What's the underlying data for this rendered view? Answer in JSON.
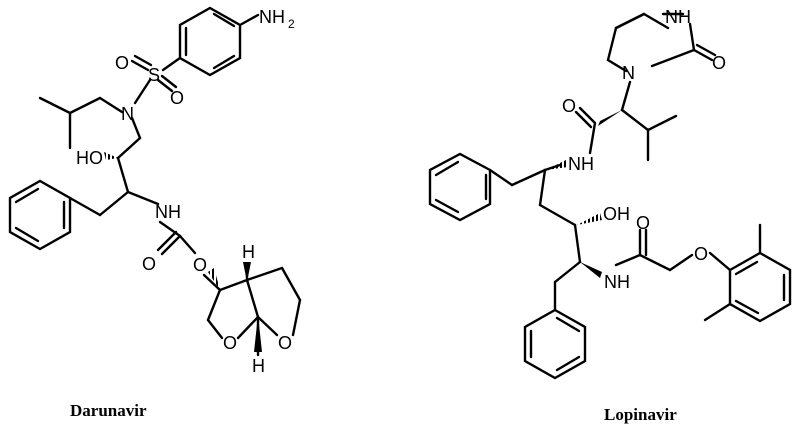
{
  "molecules": [
    {
      "name": "Darunavir",
      "atom_labels": {
        "amine": "NH",
        "amine_sub": "2",
        "sulfonyl_s": "S",
        "sulfonyl_o1": "O",
        "sulfonyl_o2": "O",
        "sulfonamide_n": "N",
        "hydroxyl": "HO",
        "carbamate_nh": "NH",
        "carbamate_o_carbonyl": "O",
        "carbamate_o_ester": "O",
        "stereo_h_top": "H",
        "stereo_h_bottom": "H",
        "furan_o_left": "O",
        "furan_o_right": "O"
      }
    },
    {
      "name": "Lopinavir",
      "atom_labels": {
        "ring_nh": "NH",
        "ring_n": "N",
        "ring_carbonyl_o": "O",
        "amide_o": "O",
        "amide_nh": "NH",
        "hydroxyl": "OH",
        "amide2_nh": "NH",
        "amide2_o": "O",
        "ether_o": "O"
      }
    }
  ]
}
